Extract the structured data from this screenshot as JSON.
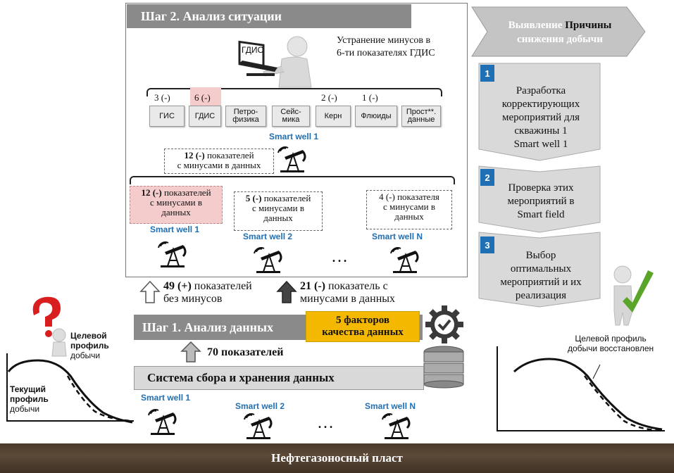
{
  "step2": {
    "title": "Шаг 2. Анализ ситуации",
    "monitor_label": "ГДИС",
    "note_line1": "Устранение минусов в",
    "note_line2": "6-ти показателях ГДИС",
    "categories": [
      {
        "count": "3 (-)",
        "label": "ГИС"
      },
      {
        "count": "6 (-)",
        "label": "ГДИС"
      },
      {
        "count": "",
        "label_l1": "Петро-",
        "label_l2": "физика"
      },
      {
        "count": "",
        "label_l1": "Сейс-",
        "label_l2": "мика"
      },
      {
        "count": "2 (-)",
        "label": "Керн"
      },
      {
        "count": "1 (-)",
        "label": "Флюиды"
      },
      {
        "count": "",
        "label_l1": "Прост**.",
        "label_l2": "данные"
      }
    ],
    "smart_well_1": "Smart well 1",
    "summary_l1_num": "12 (-)",
    "summary_l1_rest": " показателей",
    "summary_l2": "с минусами в данных",
    "wells": [
      {
        "l1_num": "12 (-)",
        "l1_rest": " показателей",
        "l2": "с минусами в",
        "l3": "данных",
        "name": "Smart well  1"
      },
      {
        "l1_num": "5 (-)",
        "l1_rest": " показателей",
        "l2": "с минусами в",
        "l3": "данных",
        "name": "Smart well  2"
      },
      {
        "l1_num": "4 (-)",
        "l1_rest": " показателя",
        "l2": "с минусами в",
        "l3": "данных",
        "name": "Smart well  N"
      }
    ],
    "ellipsis": "…"
  },
  "flow": {
    "plus_num": "49 (+)",
    "plus_rest": " показателей",
    "plus_l2": "без минусов",
    "minus_num": "21 (-)",
    "minus_rest": " показатель с",
    "minus_l2": "минусами в данных"
  },
  "step1": {
    "title": "Шаг 1. Анализ данных",
    "quality_l1": "5 факторов",
    "quality_l2": "качества данных",
    "indicators": "70 показателей"
  },
  "storage": {
    "title": "Система сбора и хранения данных",
    "wells": [
      "Smart well  1",
      "Smart well  2",
      "Smart well  N"
    ],
    "ellipsis": "…"
  },
  "left_chart": {
    "target_l1": "Целевой",
    "target_l2": "профиль",
    "target_l3": "добычи",
    "current_l1": "Текущий",
    "current_l2": "профиль",
    "current_l3": "добычи"
  },
  "right_chart": {
    "label_l1": "Целевой профиль",
    "label_l2": "добычи восстановлен"
  },
  "right_panel": {
    "header_l1": "Выявление ",
    "header_bold": "Причины",
    "header_l2": "снижения добычи",
    "steps": [
      {
        "num": "1",
        "lines": [
          "Разработка",
          "корректирующих",
          "мероприятий для",
          "скважины 1",
          "Smart well 1"
        ]
      },
      {
        "num": "2",
        "lines": [
          "Проверка этих",
          "мероприятий в",
          "Smart field"
        ]
      },
      {
        "num": "3",
        "lines": [
          "Выбор",
          "оптимальных",
          "мероприятий и их",
          "реализация"
        ]
      }
    ]
  },
  "footer": {
    "title": "Нефтегазоносный пласт"
  },
  "colors": {
    "accent_blue": "#1f6fb5",
    "gold": "#f5b800",
    "band_gray": "#8a8a8a",
    "pink": "#f4cccc"
  }
}
